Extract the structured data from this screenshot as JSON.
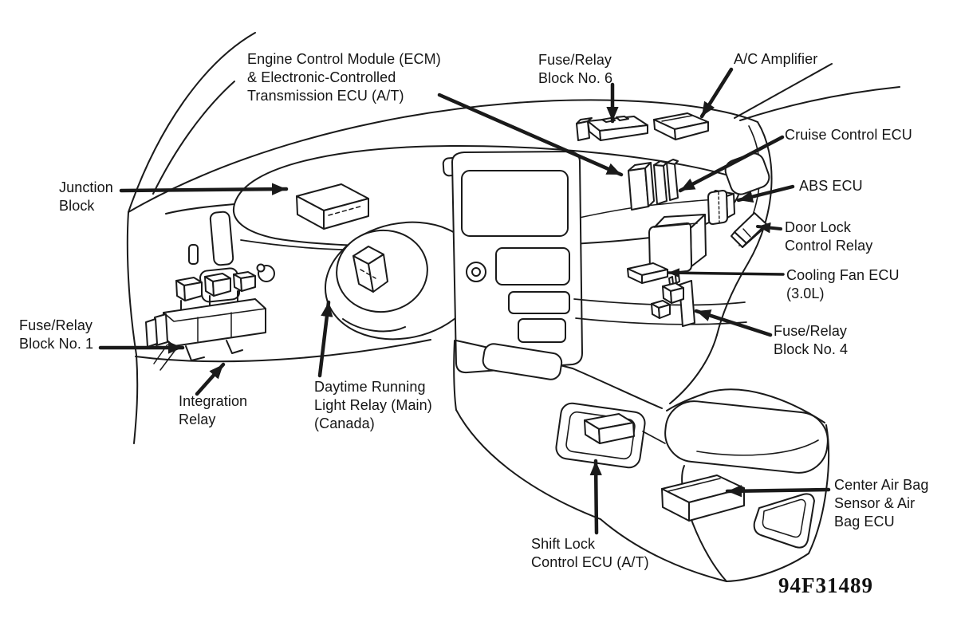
{
  "figure": {
    "type": "component-location-diagram",
    "background_color": "#ffffff",
    "line_color": "#1a1a1a"
  },
  "labels": {
    "ecm": {
      "text": "Engine Control Module (ECM)\n& Electronic-Controlled\nTransmission ECU (A/T)"
    },
    "fuse_relay_6": {
      "text": "Fuse/Relay\nBlock No. 6"
    },
    "ac_amplifier": {
      "text": "A/C Amplifier"
    },
    "cruise_control": {
      "text": "Cruise Control ECU"
    },
    "abs_ecu": {
      "text": "ABS ECU"
    },
    "door_lock": {
      "text": "Door Lock\nControl Relay"
    },
    "cooling_fan": {
      "text": "Cooling Fan ECU\n(3.0L)"
    },
    "fuse_relay_4": {
      "text": "Fuse/Relay\nBlock No. 4"
    },
    "junction_block": {
      "text": "Junction\nBlock"
    },
    "fuse_relay_1": {
      "text": "Fuse/Relay\nBlock No. 1"
    },
    "integration_relay": {
      "text": "Integration\nRelay"
    },
    "drl_relay": {
      "text": "Daytime Running\nLight Relay (Main)\n(Canada)"
    },
    "shift_lock": {
      "text": "Shift Lock\nControl ECU (A/T)"
    },
    "airbag": {
      "text": "Center Air Bag\nSensor & Air\nBag ECU"
    },
    "part_number": {
      "text": "94F31489"
    }
  }
}
